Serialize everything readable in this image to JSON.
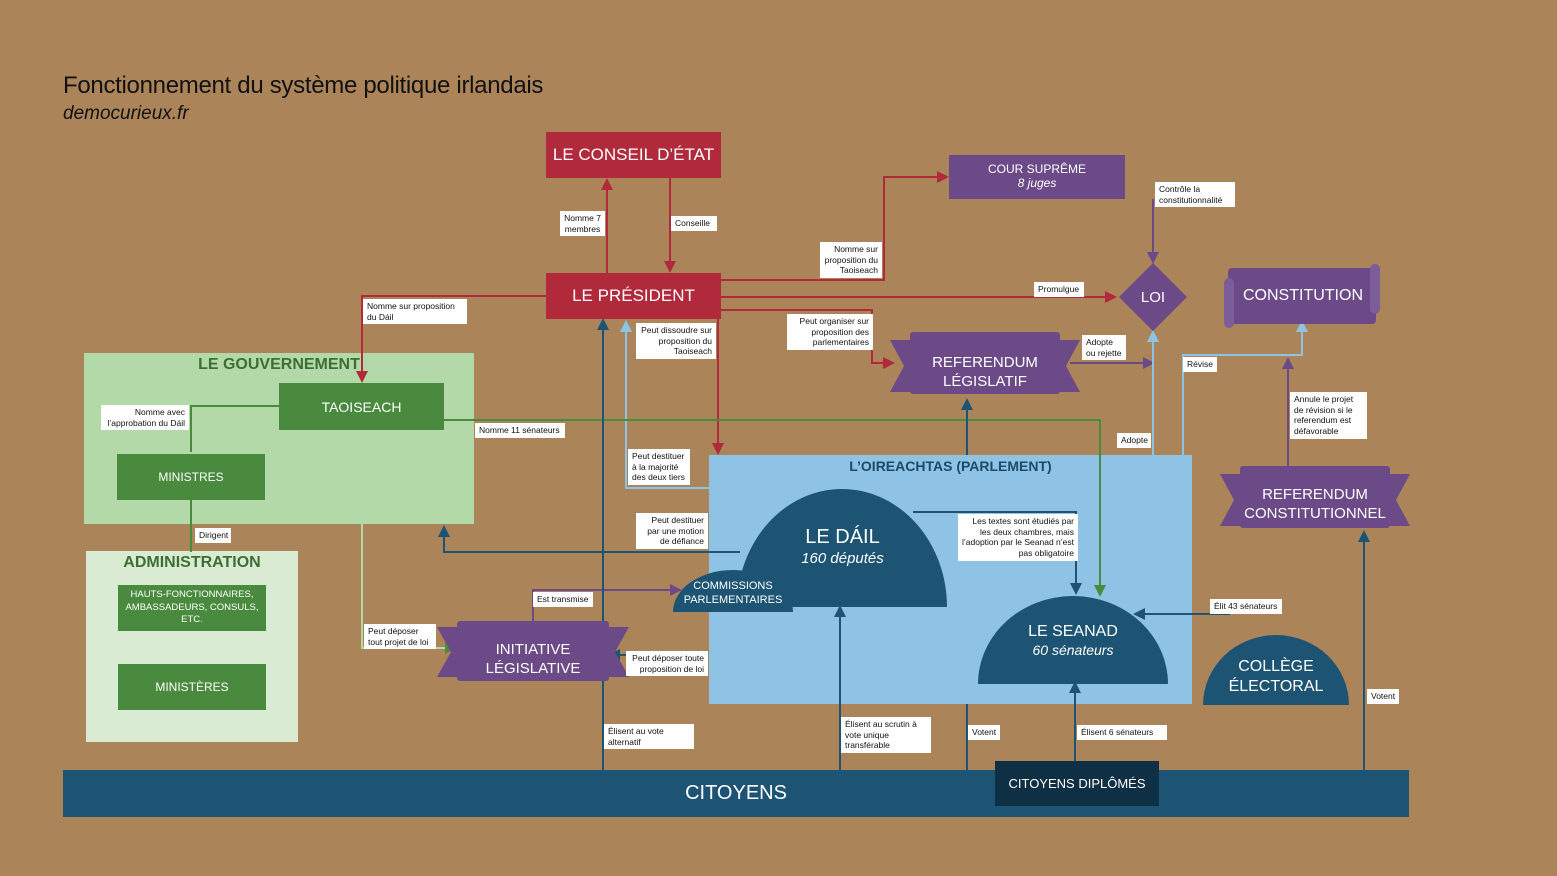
{
  "header": {
    "title": "Fonctionnement du système politique irlandais",
    "subtitle": "democurieux.fr"
  },
  "nodes": {
    "conseil": "LE CONSEIL D’ÉTAT",
    "president": "LE PRÉSIDENT",
    "cour_title": "COUR SUPRÊME",
    "cour_sub": "8 juges",
    "loi": "LOI",
    "constitution": "CONSTITUTION",
    "gouvernement": "LE GOUVERNEMENT",
    "taoiseach": "TAOISEACH",
    "ministres": "MINISTRES",
    "administration": "ADMINISTRATION",
    "hauts": "HAUTS-FONCTIONNAIRES, AMBASSADEURS, CONSULS, ETC.",
    "ministeres": "MINISTÈRES",
    "ref_leg_1": "REFERENDUM",
    "ref_leg_2": "LÉGISLATIF",
    "oireachtas": "L’OIREACHTAS (PARLEMENT)",
    "dail_title": "LE DÁIL",
    "dail_sub": "160 députés",
    "commissions_1": "COMMISSIONS",
    "commissions_2": "PARLEMENTAIRES",
    "seanad_title": "LE SEANAD",
    "seanad_sub": "60 sénateurs",
    "initiative_1": "INITIATIVE",
    "initiative_2": "LÉGISLATIVE",
    "ref_const_1": "REFERENDUM",
    "ref_const_2": "CONSTITUTIONNEL",
    "college_1": "COLLÈGE",
    "college_2": "ÉLECTORAL",
    "citoyens": "CITOYENS",
    "citoyens_diplomes": "CITOYENS DIPLÔMÉS"
  },
  "labels": {
    "nomme7": "Nomme 7 membres",
    "conseille": "Conseille",
    "nomme_taoiseach": "Nomme sur proposition du Taoiseach",
    "controle": "Contrôle la constitutionnalité",
    "promulgue": "Promulgue",
    "nomme_dail": "Nomme sur proposition du Dáil",
    "dissoudre": "Peut dissoudre sur proposition du Taoiseach",
    "organiser": "Peut organiser sur proposition des parlementaires",
    "adopte_rejette": "Adopte ou rejette",
    "revise": "Révise",
    "nomme_approbation": "Nomme avec l’approbation du Dáil",
    "nomme11": "Nomme 11 sénateurs",
    "adopte": "Adopte",
    "annule": "Annule le projet de révision si le referendum est défavorable",
    "destituer_tiers": "Peut destituer à la majorité des deux tiers",
    "dirigent": "Dirigent",
    "destituer_motion": "Peut destituer par une motion de défiance",
    "textes": "Les textes sont étudiés par les deux chambres, mais l’adoption par le Seanad n’est pas obligatoire",
    "transmise": "Est transmise",
    "elit43": "Élit 43 sénateurs",
    "deposer_gauche": "Peut déposer tout projet de loi",
    "deposer_droite": "Peut déposer toute proposition de loi",
    "votent_right": "Votent",
    "elisent_alt": "Élisent au vote alternatif",
    "elisent_scrutin": "Élisent au scrutin à vote unique transférable",
    "votent_mid": "Votent",
    "elisent6": "Élisent 6 sénateurs"
  },
  "colors": {
    "background": "#ac845a",
    "red": "#b02a3b",
    "purple": "#6b4a87",
    "navy": "#1d5373",
    "light_blue": "#8ec3e6",
    "green_dark": "#4a8a3e",
    "green_light": "#b4d9a8"
  }
}
